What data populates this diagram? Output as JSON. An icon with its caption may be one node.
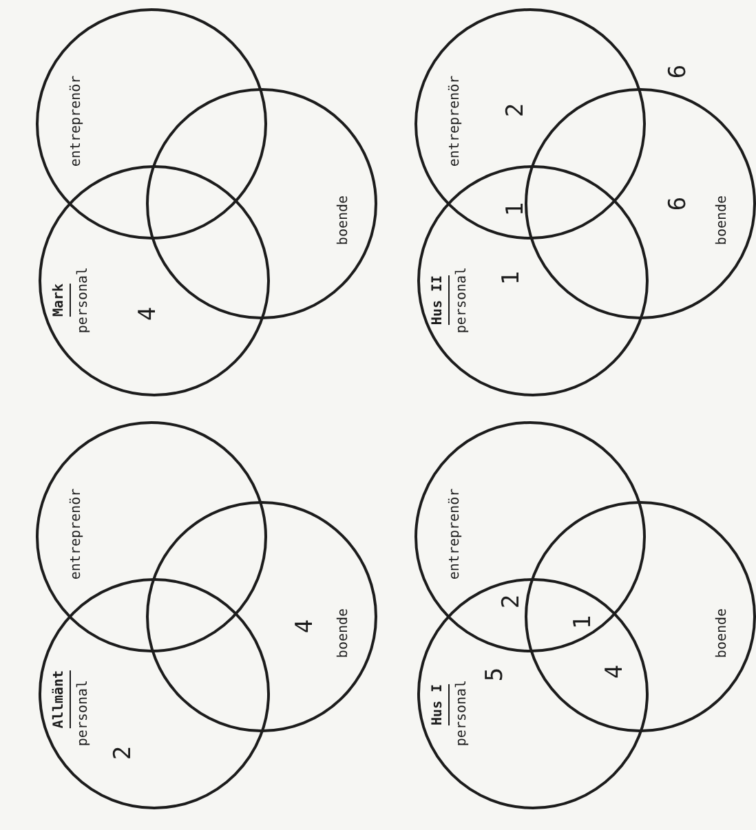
{
  "diagram": {
    "nodes": [
      {
        "text": [
          "personal"
        ]
      },
      {
        "text": [
          "entreprenör"
        ]
      },
      {
        "text": [
          "boende"
        ]
      },
      {
        "text": [
          "personal"
        ]
      },
      {
        "text": [
          "entreprenör"
        ]
      },
      {
        "text": [
          "boende"
        ]
      },
      {
        "text": [
          "personal"
        ]
      },
      {
        "text": [
          "entreprenör"
        ]
      },
      {
        "text": [
          "boende"
        ]
      },
      {
        "text": [
          "personal"
        ]
      },
      {
        "text": [
          "entreprenör"
        ]
      },
      {
        "text": [
          "boende"
        ]
      }
    ],
    "labels": [
      "Allmänt",
      "2",
      "4",
      "Mark",
      "4",
      "Hus I",
      "5",
      "2",
      "1",
      "4",
      "Hus II",
      "1",
      "1",
      "2",
      "6",
      "6"
    ]
  }
}
